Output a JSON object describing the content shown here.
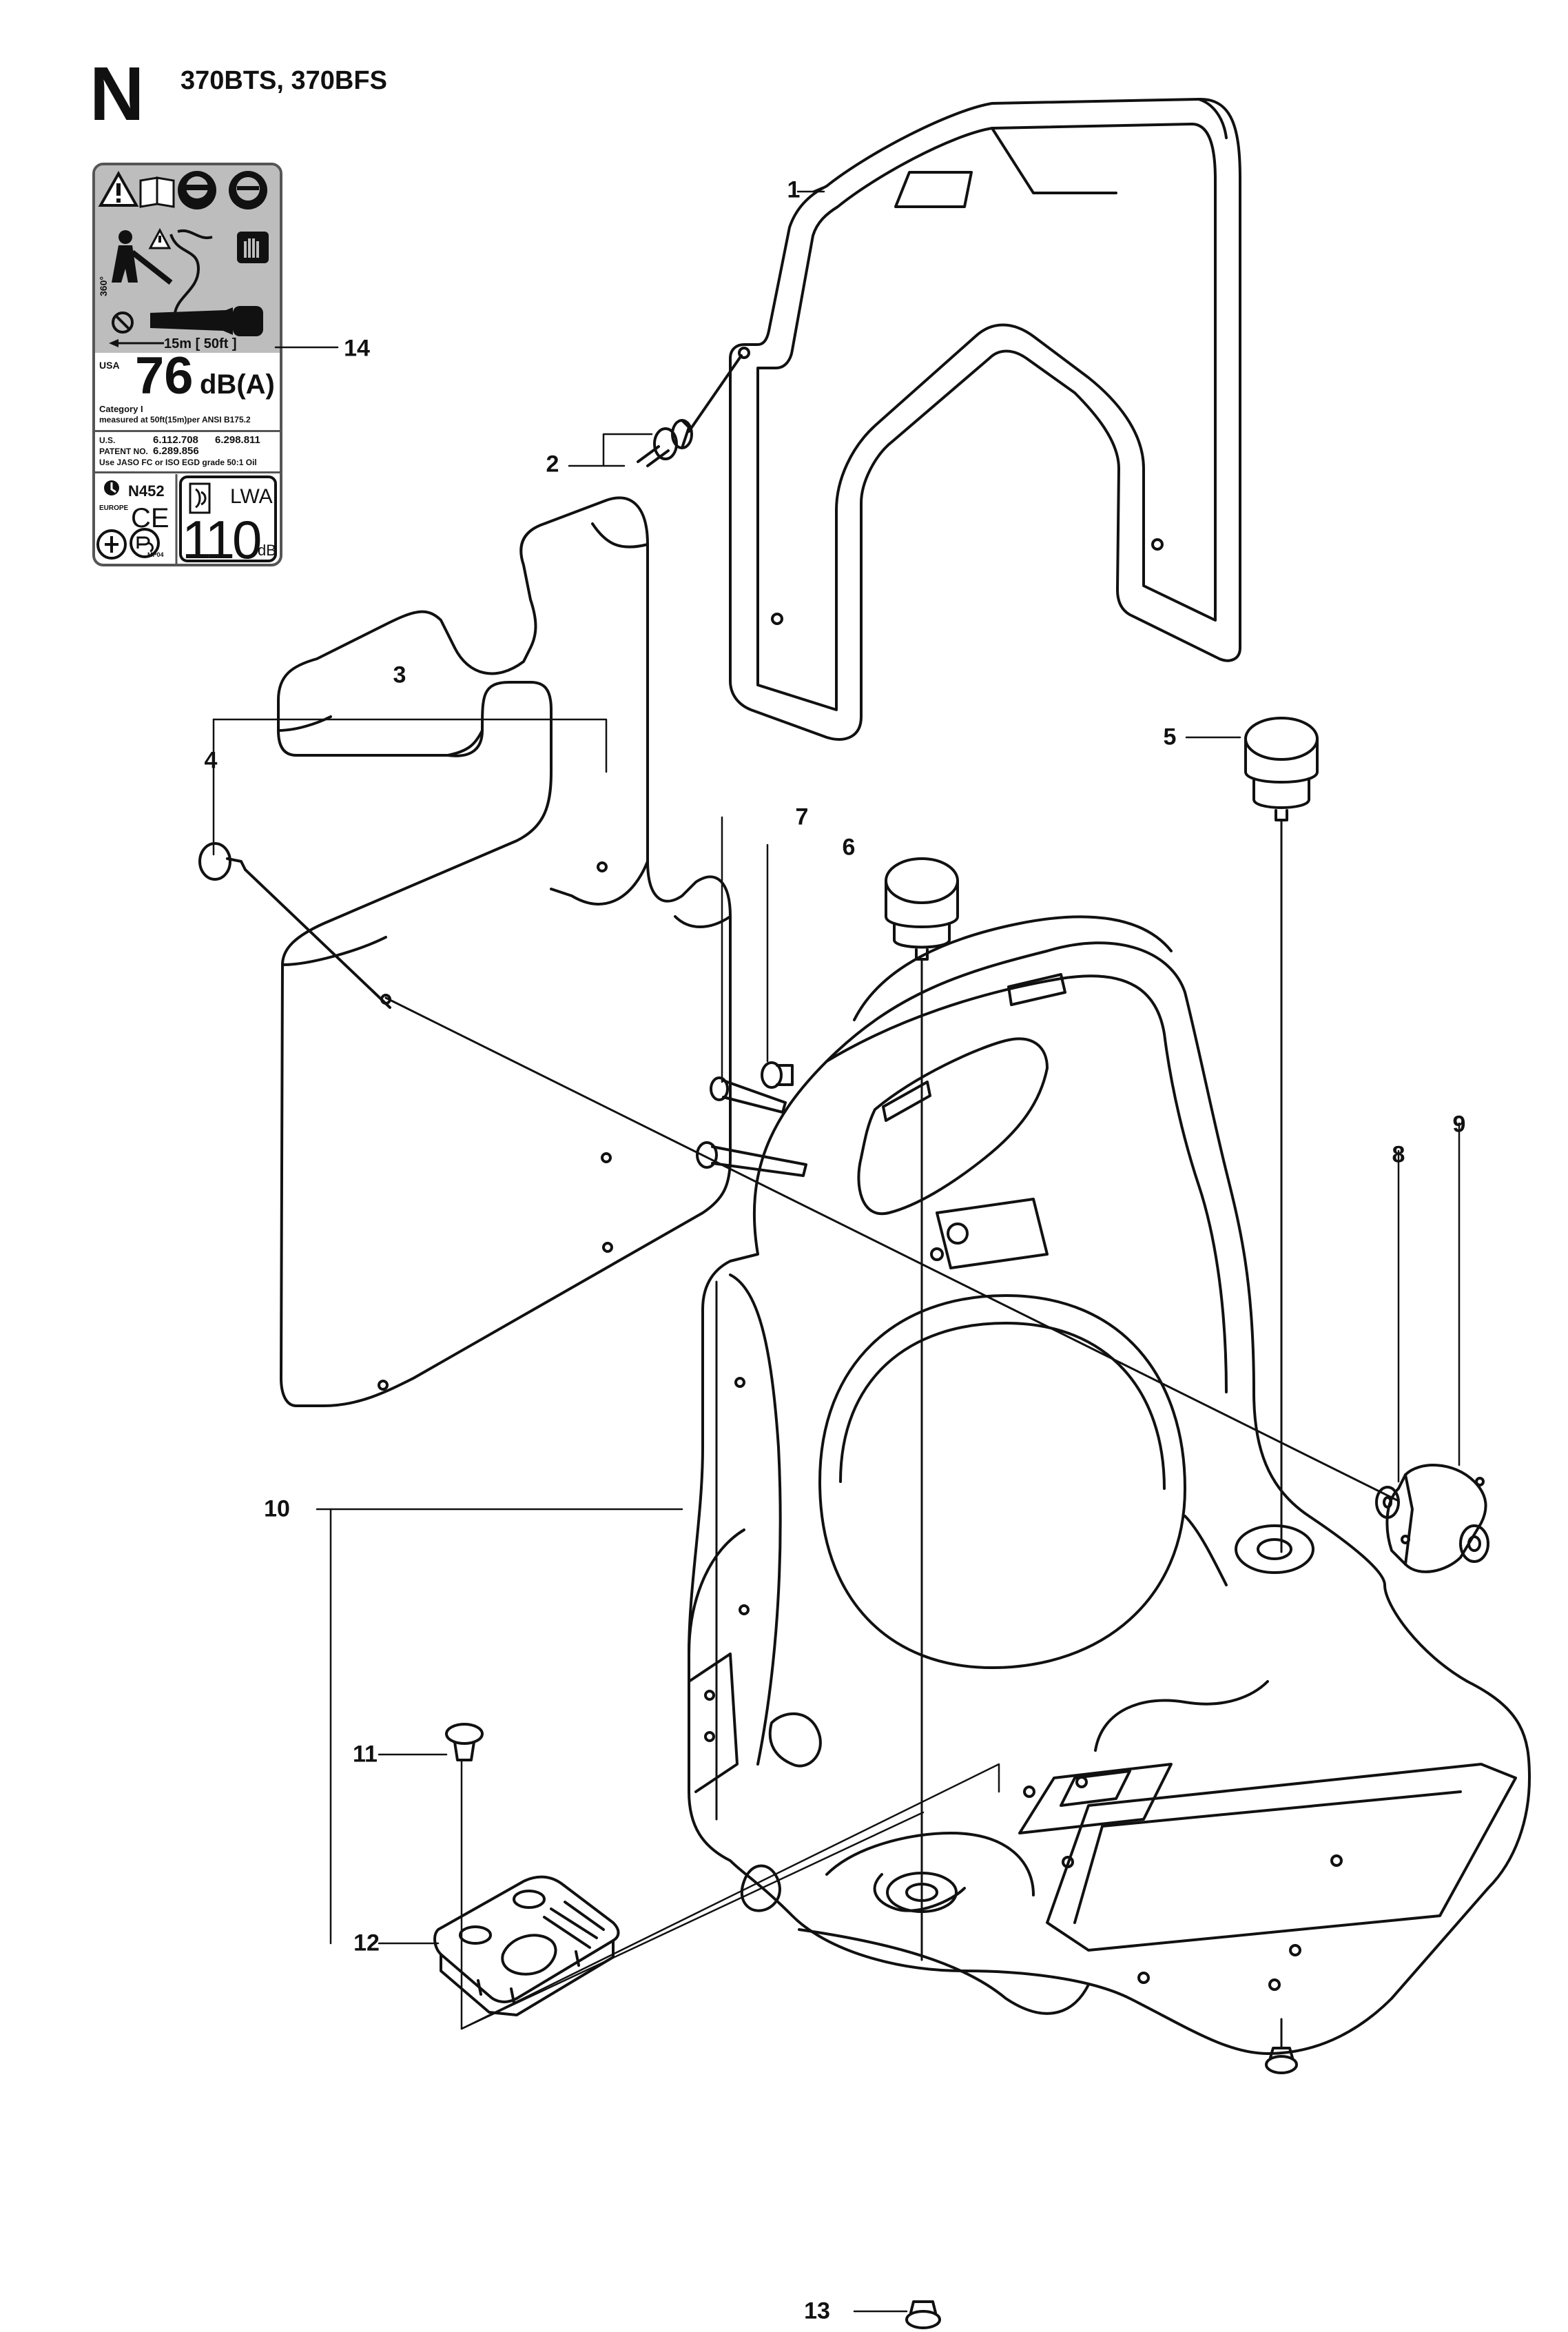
{
  "header": {
    "section": "N",
    "models": "370BTS, 370BFS"
  },
  "decal": {
    "measure": "15m [ 50ft ]",
    "angle": "360°",
    "region_usa": "USA",
    "sound_value": "76",
    "sound_unit": "dB(A)",
    "category": "Category I",
    "measured": "measured at 50ft(15m)per ANSI B175.2",
    "us": "U.S.",
    "patent": "PATENT NO.",
    "patent_1": "6.112.708",
    "patent_2": "6.298.811",
    "patent_3": "6.289.856",
    "oil": "Use JASO FC or ISO EGD grade 50:1 Oil",
    "emission": "N452",
    "europe": "EUROPE",
    "ce": "CE",
    "lwa": "LWA",
    "lwa_value": "110",
    "lwa_unit": "dB",
    "mark_small": "MP04",
    "icons": [
      "warning-triangle-icon",
      "manual-book-icon",
      "ear-eye-protection-icon",
      "face-protection-icon",
      "gloves-icon",
      "operator-hazard-icon",
      "rotation-icon",
      "blower-nozzle-icon",
      "noise-certificate-icon",
      "gs-mark-icon",
      "rst-mark-icon"
    ]
  },
  "callouts": [
    {
      "id": "1",
      "part": "harness-frame"
    },
    {
      "id": "2",
      "part": "screw"
    },
    {
      "id": "3",
      "part": "back-pad"
    },
    {
      "id": "4",
      "part": "pad-fastener"
    },
    {
      "id": "5",
      "part": "rubber-damper-right"
    },
    {
      "id": "6",
      "part": "screw-short"
    },
    {
      "id": "7",
      "part": "screw-long"
    },
    {
      "id": "8",
      "part": "washer"
    },
    {
      "id": "9",
      "part": "knob"
    },
    {
      "id": "10",
      "part": "back-plate-kit"
    },
    {
      "id": "11",
      "part": "rivet"
    },
    {
      "id": "12",
      "part": "foot-bracket"
    },
    {
      "id": "13",
      "part": "rubber-foot"
    },
    {
      "id": "14",
      "part": "decal"
    }
  ]
}
